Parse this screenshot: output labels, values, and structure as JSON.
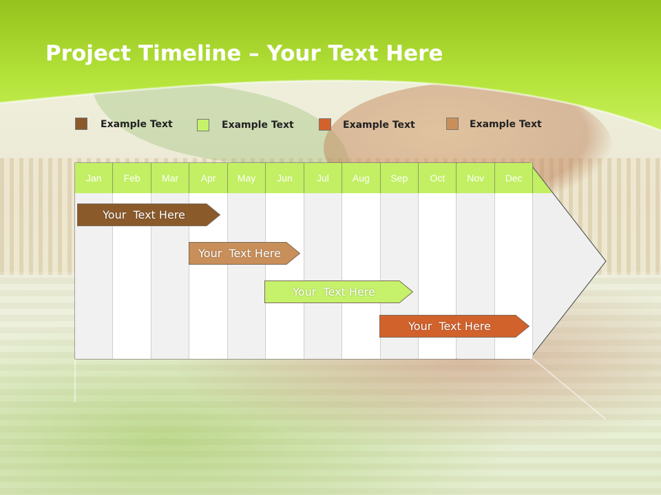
{
  "title": {
    "bold": "Project Timeline",
    "rest": " – Your Text Here"
  },
  "legend": [
    {
      "label": "Example Text",
      "color": "#8b5a2b"
    },
    {
      "label": "Example Text",
      "color": "#c5f26a"
    },
    {
      "label": "Example Text",
      "color": "#d2622c"
    },
    {
      "label": "Example Text",
      "color": "#c98f5a"
    }
  ],
  "months": [
    "Jan",
    "Feb",
    "Mar",
    "Apr",
    "May",
    "Jun",
    "Jul",
    "Aug",
    "Sep",
    "Oct",
    "Nov",
    "Dec"
  ],
  "tasks": [
    {
      "label": "Your  Text Here",
      "color": "#8b5a2b"
    },
    {
      "label": "Your  Text Here",
      "color": "#c98f5a"
    },
    {
      "label": "Your  Text Here",
      "color": "#c5f26a"
    },
    {
      "label": "Your  Text Here",
      "color": "#d2622c"
    }
  ],
  "colors": {
    "header_green": "#b7e43a",
    "month_header": "#c2ef63"
  }
}
